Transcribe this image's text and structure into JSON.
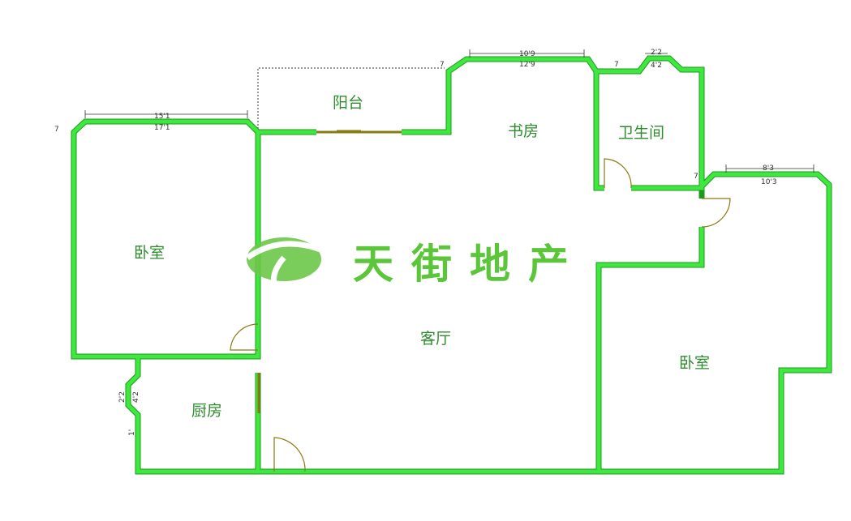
{
  "rooms": {
    "balcony": "阳台",
    "study": "书房",
    "bathroom": "卫生间",
    "bedroom_left": "卧室",
    "living_room": "客厅",
    "bedroom_right": "卧室",
    "kitchen": "厨房"
  },
  "watermark": "天街地产",
  "dimensions": {
    "study_window_inner": "10'9",
    "study_window_outer": "12'9",
    "bath_window_inner": "2'2",
    "bath_window_outer": "4'2",
    "left_bedroom_window_inner": "15'1",
    "left_bedroom_window_outer": "17'1",
    "right_bedroom_window_inner": "8'3",
    "right_bedroom_window_outer": "10'3",
    "kitchen_window_inner": "2'2",
    "kitchen_window_outer": "4'2",
    "depth_mark": "7",
    "kitchen_depth": "1'"
  },
  "colors": {
    "wall": "#33dd33",
    "wall_edge": "#1c9a1c",
    "door": "#8a7a10"
  }
}
